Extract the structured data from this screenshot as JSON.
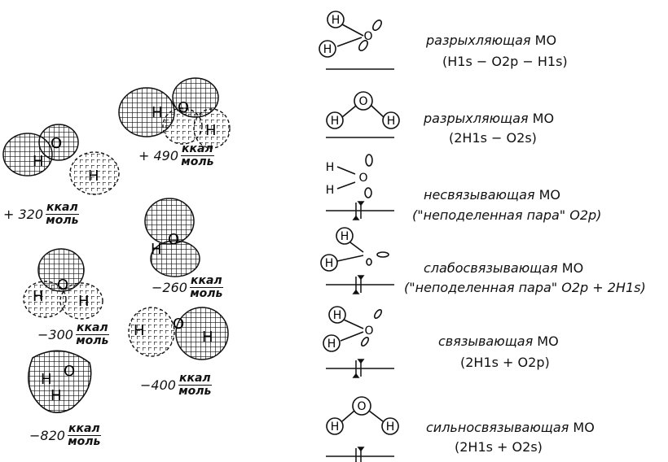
{
  "unit_num": "ккал",
  "unit_den": "моль",
  "orbitals_3d": [
    {
      "id": "e320",
      "energy": "+ 320"
    },
    {
      "id": "e490",
      "energy": "+ 490"
    },
    {
      "id": "e260",
      "energy": "−260"
    },
    {
      "id": "e300",
      "energy": "−300"
    },
    {
      "id": "e400",
      "energy": "−400"
    },
    {
      "id": "e820",
      "energy": "−820"
    }
  ],
  "mo_levels": [
    {
      "label": "разрыхляющая",
      "mo": "MO",
      "formula": "(H1s − O2p − H1s)",
      "electrons": 0
    },
    {
      "label": "разрыхляющая",
      "mo": "MO",
      "formula": "(2H1s − O2s)",
      "electrons": 0
    },
    {
      "label": "несвязывающая",
      "mo": "MO",
      "formula": "(\"неподеленная пара\" O2p)",
      "electrons": 2
    },
    {
      "label": "слабосвязывающая",
      "mo": "MO",
      "formula": "(\"неподеленная пара\" O2p + 2H1s)",
      "electrons": 2
    },
    {
      "label": "связывающая",
      "mo": "MO",
      "formula": "(2H1s + O2p)",
      "electrons": 2
    },
    {
      "label": "сильносвязывающая",
      "mo": "MO",
      "formula": "(2H1s + O2s)",
      "electrons": 2
    }
  ],
  "atom_symbols": {
    "h": "H",
    "o": "O"
  }
}
